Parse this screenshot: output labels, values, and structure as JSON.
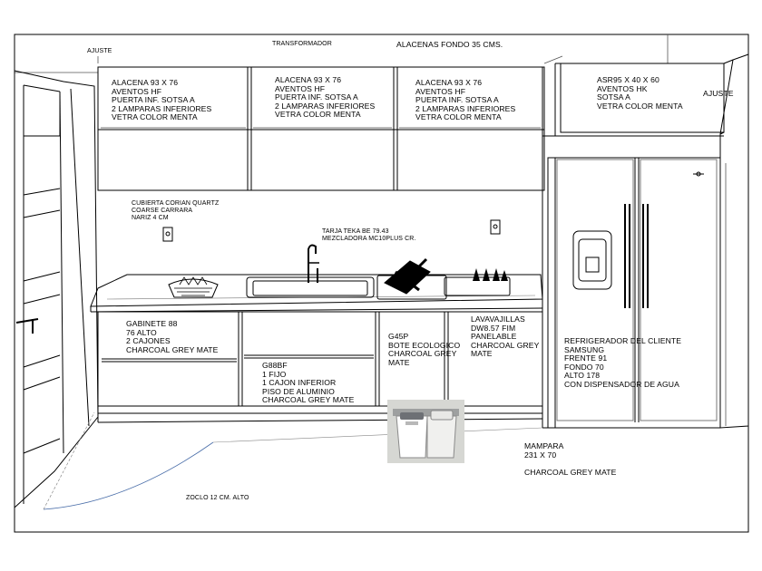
{
  "drawing": {
    "top_notes": {
      "ajuste_left": "AJUSTE",
      "transformador": "TRANSFORMADOR",
      "alacenas_fondo": "ALACENAS FONDO 35 CMS.",
      "ajuste_right": "AJUSTE"
    },
    "upper_cabinets": [
      {
        "lines": [
          "ALACENA 93 X 76",
          "AVENTOS HF",
          "PUERTA INF. SOTSA A",
          "2 LAMPARAS INFERIORES",
          "VETRA COLOR MENTA"
        ]
      },
      {
        "lines": [
          "ALACENA 93 X 76",
          "AVENTOS HF",
          "PUERTA INF. SOTSA A",
          "2 LAMPARAS INFERIORES",
          "VETRA COLOR MENTA"
        ]
      },
      {
        "lines": [
          "ALACENA 93 X 76",
          "AVENTOS HF",
          "PUERTA INF. SOTSA A",
          "2 LAMPARAS INFERIORES",
          "VETRA COLOR MENTA"
        ]
      }
    ],
    "fridge_upper": {
      "lines": [
        "ASR95 X 40 X 60",
        "AVENTOS HK",
        "SOTSA A",
        "VETRA COLOR MENTA"
      ]
    },
    "countertop": {
      "lines": [
        "CUBIERTA CORIAN QUARTZ",
        "COARSE CARRARA",
        "NARIZ 4 CM"
      ]
    },
    "sink": {
      "lines": [
        "TARJA TEKA BE 79.43",
        "MEZCLADORA  MC10PLUS CR."
      ]
    },
    "base_left": {
      "lines": [
        "GABINETE  88",
        "76 ALTO",
        "2 CAJONES",
        "CHARCOAL GREY MATE"
      ]
    },
    "base_mid": {
      "lines": [
        "G88BF",
        "1 FIJO",
        "1 CAJON INFERIOR",
        "PISO DE ALUMINIO",
        "CHARCOAL GREY MATE"
      ]
    },
    "base_g45p": {
      "lines": [
        "G45P",
        "BOTE ECOLOGICO",
        "CHARCOAL GREY",
        "MATE"
      ]
    },
    "dishwasher": {
      "lines": [
        "LAVAVAJILLAS",
        "DW8.57 FIM",
        "PANELABLE",
        "CHARCOAL GREY",
        "MATE"
      ]
    },
    "refrigerator": {
      "lines": [
        "REFRIGERADOR  DEL CLIENTE",
        "SAMSUNG",
        "FRENTE 91",
        "FONDO 70",
        "ALTO 178",
        "CON DISPENSADOR  DE AGUA"
      ]
    },
    "mampara": {
      "lines": [
        "MAMPARA",
        "231 X 70",
        "",
        "CHARCOAL GREY MATE"
      ]
    },
    "zoclo": "ZOCLO  12  CM.  ALTO"
  }
}
